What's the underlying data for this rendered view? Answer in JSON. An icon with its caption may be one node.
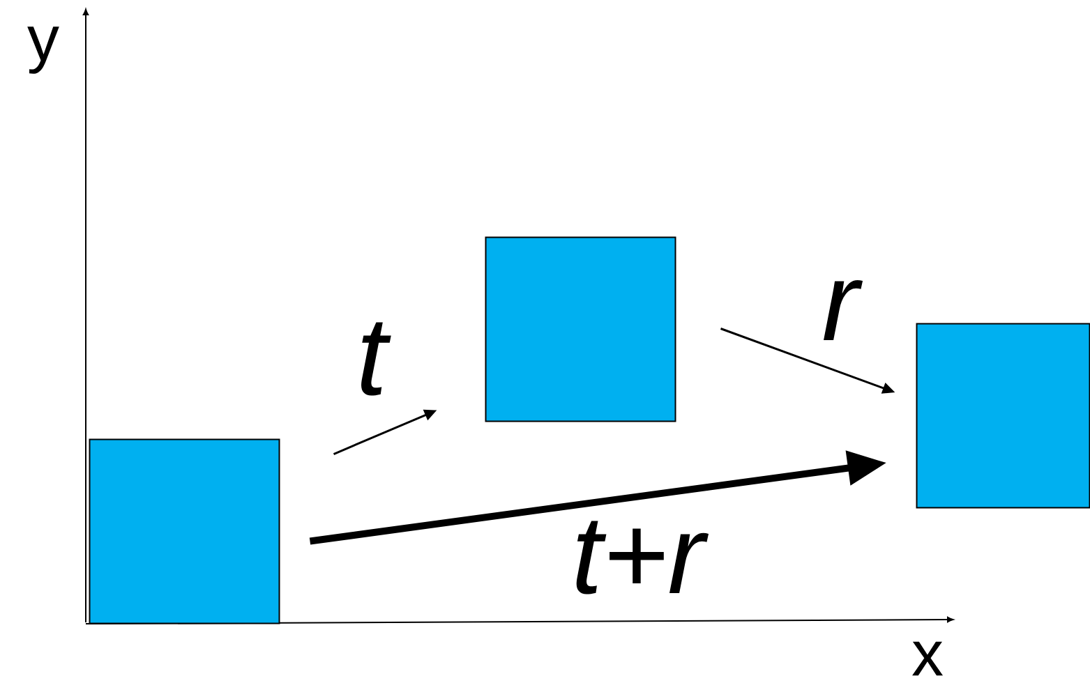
{
  "diagram": {
    "nodes": [
      {
        "text": [],
        "shape": "box"
      },
      {
        "text": [],
        "shape": "box"
      },
      {
        "text": [],
        "shape": "box"
      }
    ],
    "edges": [
      {
        "from": 0,
        "to": 1,
        "arrow": "to",
        "label": "t"
      },
      {
        "from": 1,
        "to": 2,
        "arrow": "to",
        "label": "r"
      },
      {
        "from": 0,
        "to": 2,
        "arrow": "to",
        "label": "t+r",
        "style": "thick"
      }
    ],
    "labels": [
      "y",
      "x"
    ]
  }
}
